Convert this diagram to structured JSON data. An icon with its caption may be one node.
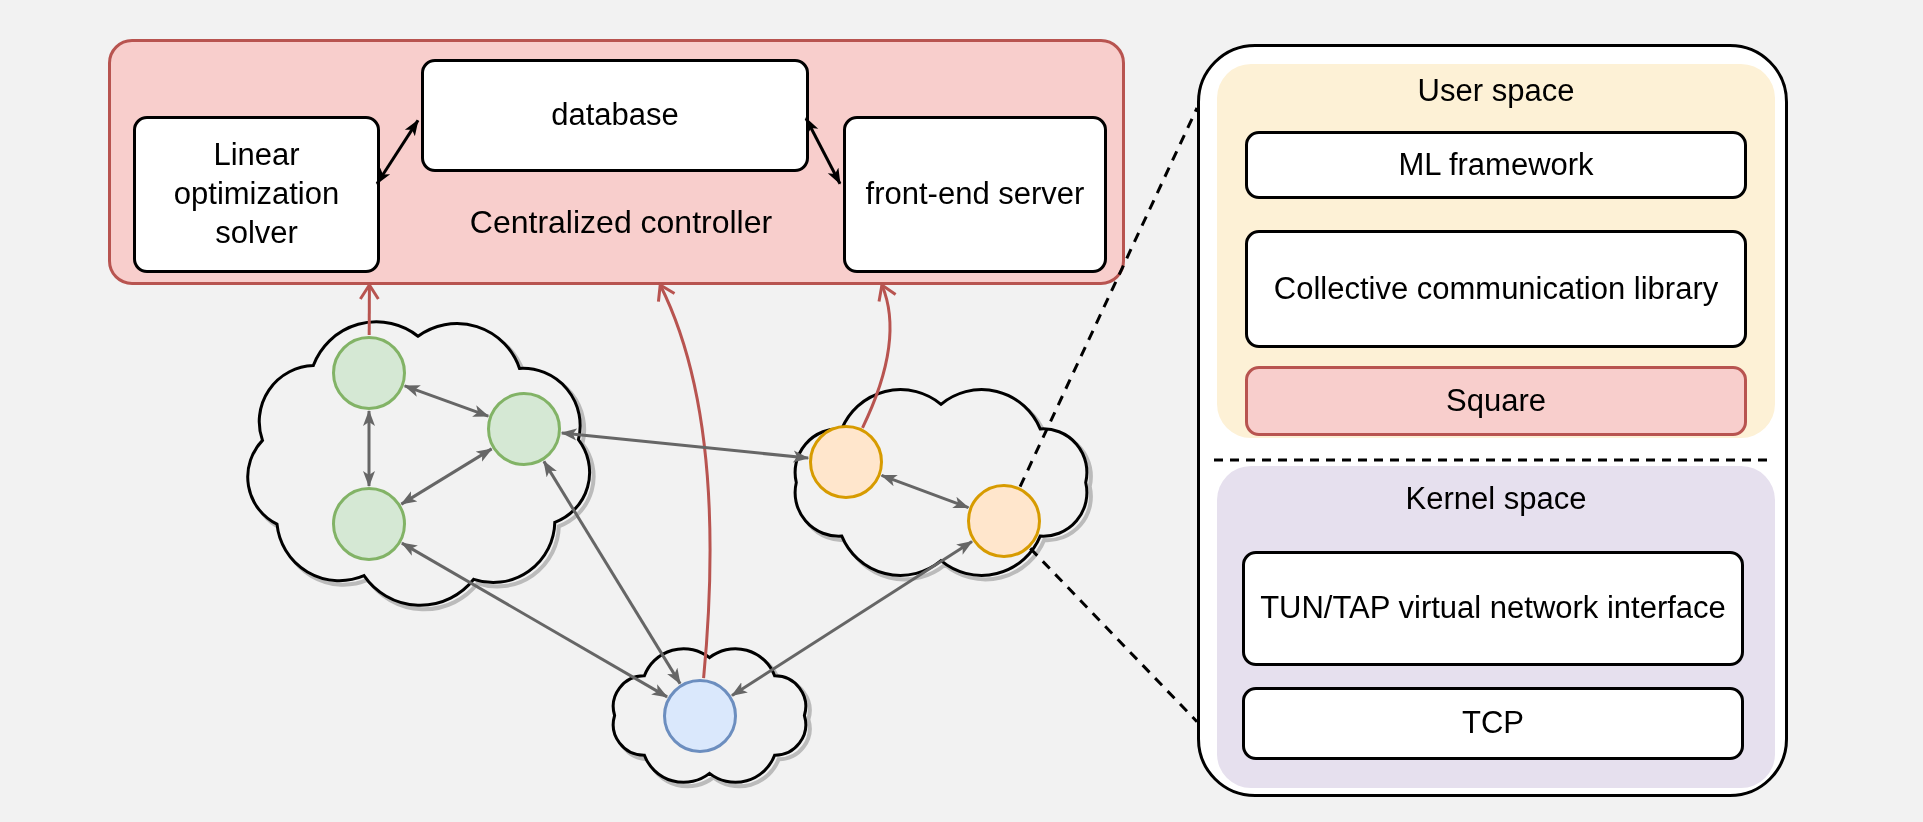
{
  "diagram": {
    "nodes": [
      {
        "text": [
          "Centralized controller"
        ]
      },
      {
        "text": [
          "Linear optimization solver"
        ],
        "in": 0
      },
      {
        "text": [
          "database"
        ],
        "in": 0
      },
      {
        "text": [
          "front-end server"
        ],
        "in": 0
      },
      {
        "text": [],
        "shape": "box"
      },
      {
        "text": [
          "User space"
        ],
        "in": 4
      },
      {
        "text": [
          "ML framework"
        ],
        "in": 5
      },
      {
        "text": [
          "Collective communication library"
        ],
        "in": 5
      },
      {
        "text": [
          "Square"
        ],
        "in": 5
      },
      {
        "text": [
          "Kernel space"
        ],
        "in": 4
      },
      {
        "text": [
          "TUN/TAP virtual network interface"
        ],
        "in": 9
      },
      {
        "text": [
          "TCP"
        ],
        "in": 9
      },
      {
        "text": [],
        "shape": "cloud"
      },
      {
        "text": [],
        "shape": "circle",
        "in": 12
      },
      {
        "text": [],
        "shape": "circle",
        "in": 12
      },
      {
        "text": [],
        "shape": "circle",
        "in": 12
      },
      {
        "text": [],
        "shape": "cloud"
      },
      {
        "text": [],
        "shape": "circle",
        "in": 16
      },
      {
        "text": [],
        "shape": "circle",
        "in": 16
      },
      {
        "text": [],
        "shape": "cloud"
      },
      {
        "text": [],
        "shape": "circle",
        "in": 19
      }
    ],
    "edges": [
      {
        "from": 1,
        "to": 2,
        "arrow": "both",
        "color": "#000000"
      },
      {
        "from": 2,
        "to": 3,
        "arrow": "both",
        "color": "#000000"
      },
      {
        "from": 13,
        "to": 0,
        "arrow": "to",
        "color": "#b85450"
      },
      {
        "from": 20,
        "to": 0,
        "arrow": "to",
        "color": "#b85450"
      },
      {
        "from": 17,
        "to": 0,
        "arrow": "to",
        "color": "#b85450"
      },
      {
        "from": 13,
        "to": 14,
        "arrow": "both"
      },
      {
        "from": 13,
        "to": 15,
        "arrow": "both"
      },
      {
        "from": 15,
        "to": 14,
        "arrow": "both"
      },
      {
        "from": 14,
        "to": 17,
        "arrow": "both"
      },
      {
        "from": 17,
        "to": 18,
        "arrow": "both"
      },
      {
        "from": 15,
        "to": 20,
        "arrow": "both"
      },
      {
        "from": 14,
        "to": 20,
        "arrow": "both"
      },
      {
        "from": 18,
        "to": 20,
        "arrow": "both"
      },
      {
        "from": 18,
        "to": 4,
        "arrow": "none",
        "style": "dashed",
        "color": "#000000"
      },
      {
        "from": 18,
        "to": 4,
        "arrow": "none",
        "style": "dashed",
        "color": "#000000"
      }
    ]
  }
}
